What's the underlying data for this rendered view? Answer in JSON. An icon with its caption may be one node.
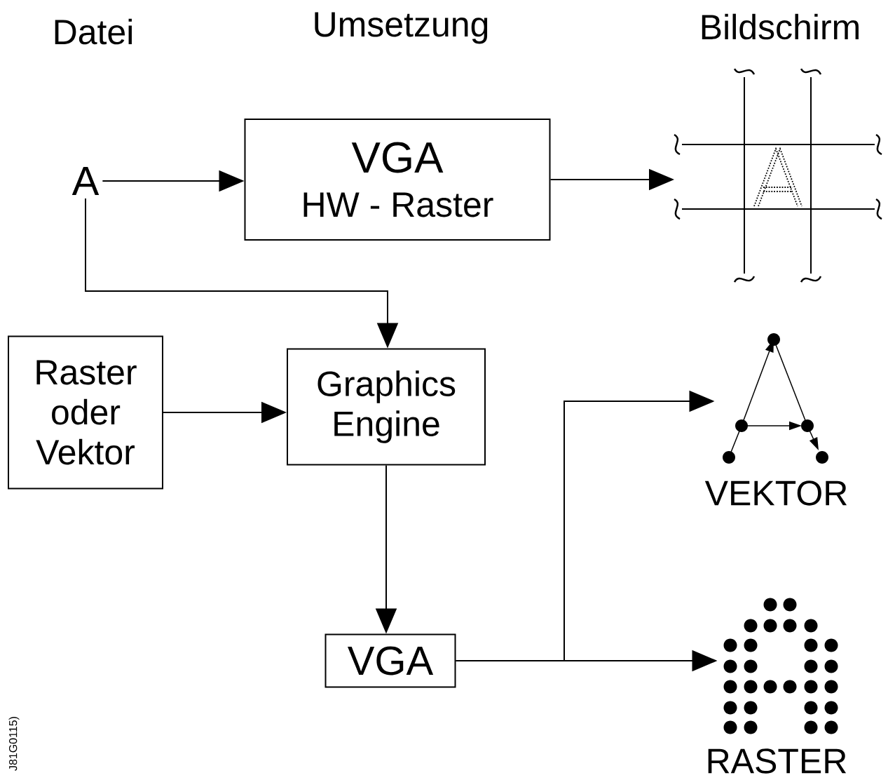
{
  "diagram": {
    "nodes": [
      {
        "text": [
          "A"
        ]
      },
      {
        "text": [
          "VGA",
          "HW - Raster"
        ]
      },
      {
        "text": [],
        "shape": "picture"
      },
      {
        "text": [
          "Raster oder Vektor"
        ]
      },
      {
        "text": [
          "Graphics Engine"
        ]
      },
      {
        "text": [
          "VGA"
        ]
      },
      {
        "text": [],
        "shape": "picture",
        "beside": [
          "VEKTOR"
        ]
      },
      {
        "text": [],
        "shape": "picture",
        "beside": [
          "RASTER"
        ]
      }
    ],
    "edges": [
      {
        "from": 0,
        "to": 1,
        "arrow": "to"
      },
      {
        "from": 1,
        "to": 2,
        "arrow": "to"
      },
      {
        "from": 0,
        "to": 4,
        "arrow": "to"
      },
      {
        "from": 3,
        "to": 4,
        "arrow": "to"
      },
      {
        "from": 4,
        "to": 5,
        "arrow": "to"
      },
      {
        "from": 5,
        "to": 6,
        "arrow": "to"
      },
      {
        "from": 5,
        "to": 7,
        "arrow": "to"
      }
    ],
    "labels": [
      "Datei",
      "Umsetzung",
      "Bildschirm",
      "J81G0115)"
    ]
  }
}
